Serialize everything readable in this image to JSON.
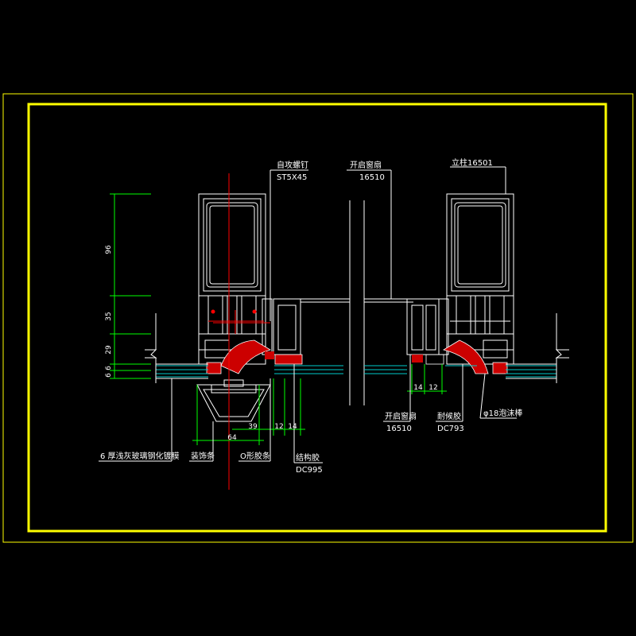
{
  "colors": {
    "background": "#000000",
    "outer_frame": "#ffff00",
    "inner_frame": "#ffff00",
    "profile": "#ffffff",
    "glass": "#00cccc",
    "dimension": "#00ff00",
    "axis": "#ff0000",
    "seal": "#cc0000",
    "leader": "#ffffff"
  },
  "labels": {
    "screw_cn": "自攻螺钉",
    "screw_code": "ST5X45",
    "sash_top_cn": "开启窗扇",
    "sash_top_code": "16510",
    "mullion_cn": "立柱16501",
    "glass_cn": "6 厚浅灰玻璃钢化镀膜",
    "bead_cn": "装饰条",
    "oring_cn": "O形胶条",
    "struct_glue_cn": "结构胶",
    "struct_glue_code": "DC995",
    "sash_bottom_cn": "开启窗扇",
    "sash_bottom_code": "16510",
    "weather_glue_cn": "耐候胶",
    "weather_glue_code": "DC793",
    "foam_cn": "φ18泡沫棒"
  },
  "dimensions": {
    "vertical": [
      "96",
      "35",
      "29",
      "6",
      "6"
    ],
    "bottom_left": [
      "64",
      "39",
      "12",
      "14"
    ],
    "bottom_right": [
      "14",
      "12"
    ]
  }
}
